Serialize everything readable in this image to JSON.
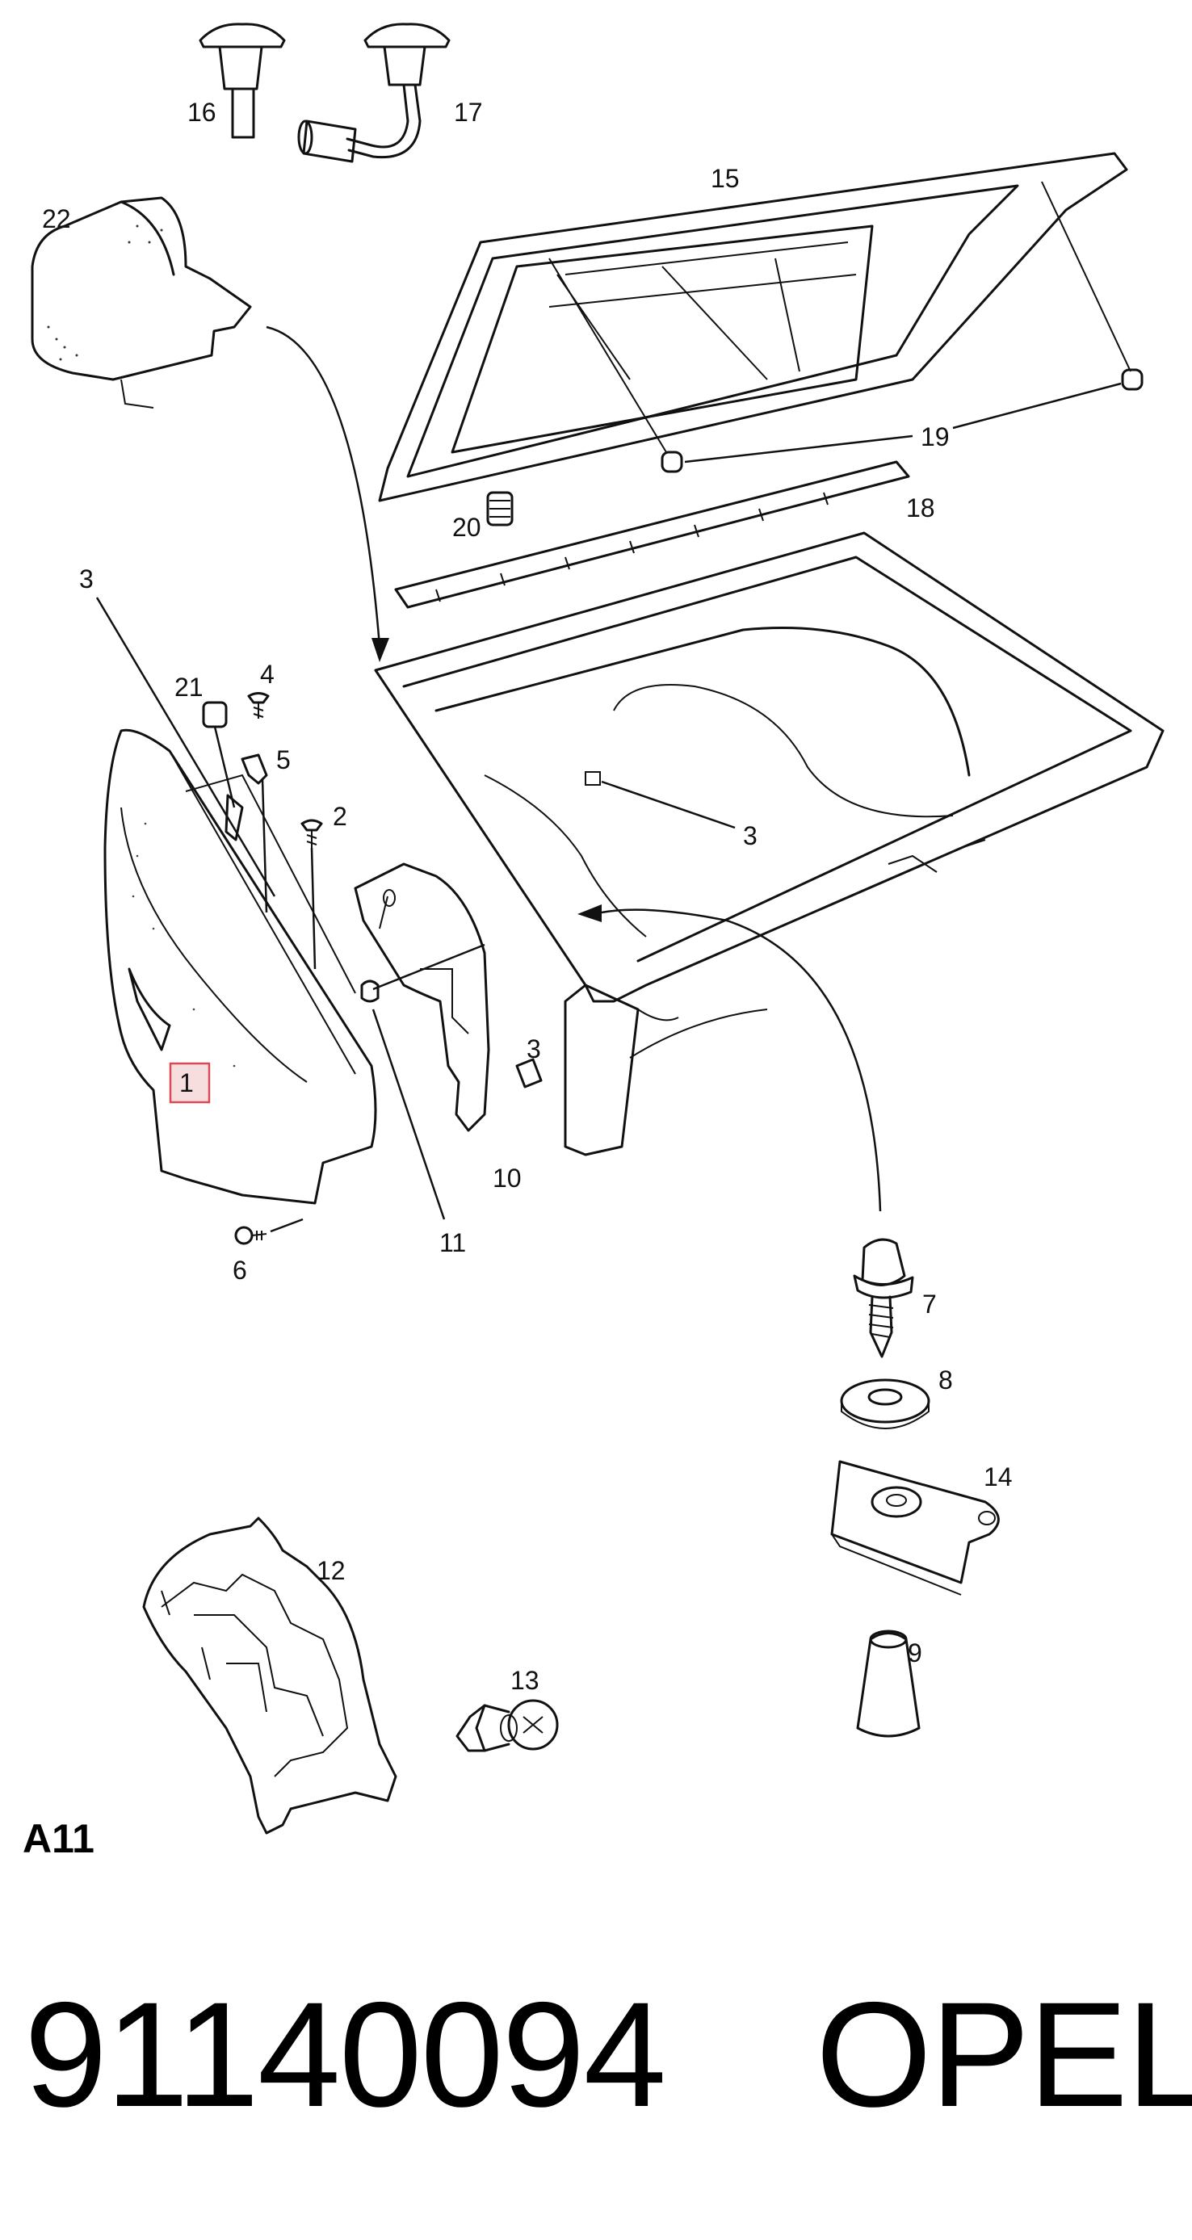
{
  "section_code": "A11",
  "part_number": "91140094",
  "brand": "OPEL",
  "highlighted_callout": "1",
  "colors": {
    "highlight_fill": "#f6dede",
    "highlight_stroke": "#d84a55",
    "line": "#111111"
  },
  "callouts": {
    "c1": "1",
    "c2": "2",
    "c3a": "3",
    "c3b": "3",
    "c3c": "3",
    "c4": "4",
    "c5": "5",
    "c6": "6",
    "c7": "7",
    "c8": "8",
    "c9": "9",
    "c10": "10",
    "c11": "11",
    "c12": "12",
    "c13": "13",
    "c14": "14",
    "c15": "15",
    "c16": "16",
    "c17": "17",
    "c18": "18",
    "c19": "19",
    "c20": "20",
    "c21": "21",
    "c22": "22"
  }
}
